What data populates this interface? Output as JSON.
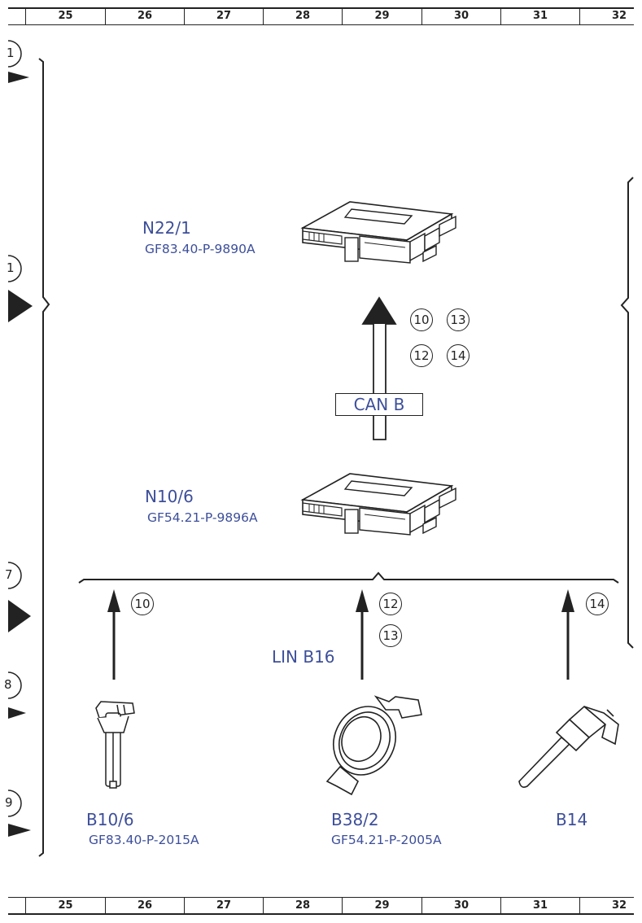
{
  "ruler": {
    "columns": [
      "25",
      "26",
      "27",
      "28",
      "29",
      "30",
      "31",
      "32"
    ]
  },
  "components": {
    "n22_1": {
      "code": "N22/1",
      "ref": "GF83.40-P-9890A"
    },
    "n10_6": {
      "code": "N10/6",
      "ref": "GF54.21-P-9896A"
    },
    "b10_6": {
      "code": "B10/6",
      "ref": "GF83.40-P-2015A"
    },
    "b38_2": {
      "code": "B38/2",
      "ref": "GF54.21-P-2005A"
    },
    "b14": {
      "code": "B14"
    }
  },
  "bus": {
    "can_label": "CAN B",
    "lin_label": "LIN B16"
  },
  "signal_markers": {
    "can": [
      "10",
      "13",
      "12",
      "14"
    ],
    "b10_6": [
      "10"
    ],
    "b38_2": [
      "12",
      "13"
    ],
    "b14": [
      "14"
    ]
  },
  "left_margin_refs": [
    "1",
    "1",
    "7",
    "8",
    "9"
  ],
  "colors": {
    "label_blue": "#3d4f9a",
    "line_black": "#222222"
  }
}
